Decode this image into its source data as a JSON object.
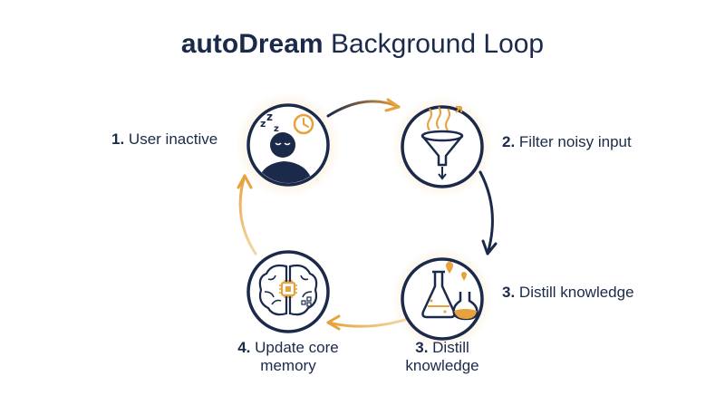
{
  "title": {
    "bold": "autoDream",
    "rest": "Background Loop"
  },
  "steps": [
    {
      "num": "1.",
      "label": "User inactive",
      "icon": "sleeping-person-clock-icon"
    },
    {
      "num": "2.",
      "label": "Filter noisy input",
      "icon": "funnel-icon"
    },
    {
      "num": "3.",
      "label": "Distill knowledge",
      "icon": "flasks-icon"
    },
    {
      "num": "3.",
      "label": "Distill knowledge",
      "icon": "flasks-icon"
    },
    {
      "num": "4.",
      "label": "Update core memory",
      "icon": "brain-chip-icon"
    }
  ],
  "colors": {
    "navy": "#1b2a4a",
    "accent": "#e6a23c"
  }
}
